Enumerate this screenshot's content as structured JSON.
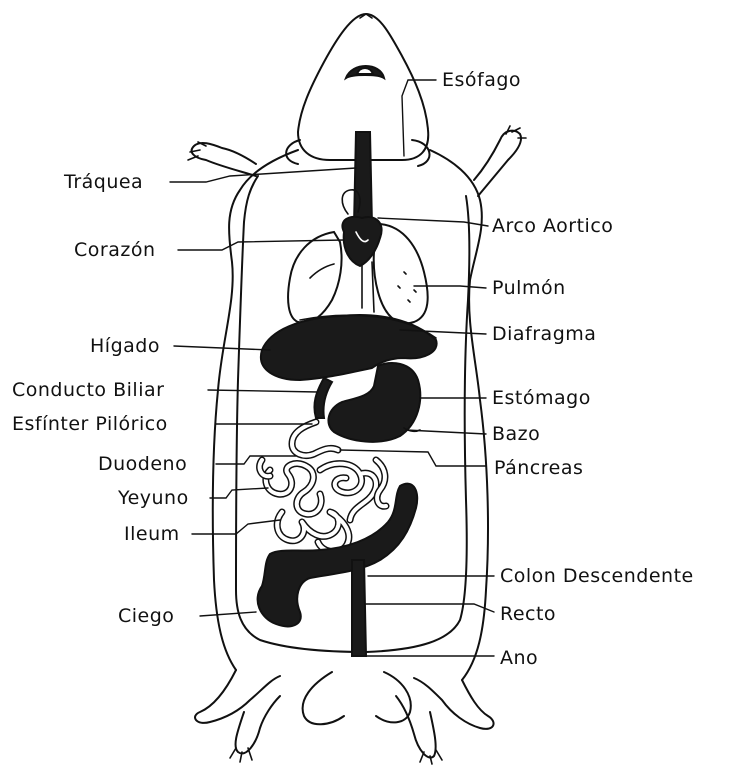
{
  "labels": {
    "esofago": "Esófago",
    "traquea": "Tráquea",
    "arco_aortico": "Arco Aortico",
    "corazon": "Corazón",
    "pulmon": "Pulmón",
    "higado": "Hígado",
    "diafragma": "Diafragma",
    "conducto_biliar": "Conducto Biliar",
    "estomago": "Estómago",
    "esfinter_pilorico": "Esfínter Pilórico",
    "bazo": "Bazo",
    "duodeno": "Duodeno",
    "pancreas": "Páncreas",
    "yeyuno": "Yeyuno",
    "ileum": "Ileum",
    "colon_descendente": "Colon Descendente",
    "ciego": "Ciego",
    "recto": "Recto",
    "ano": "Ano"
  }
}
